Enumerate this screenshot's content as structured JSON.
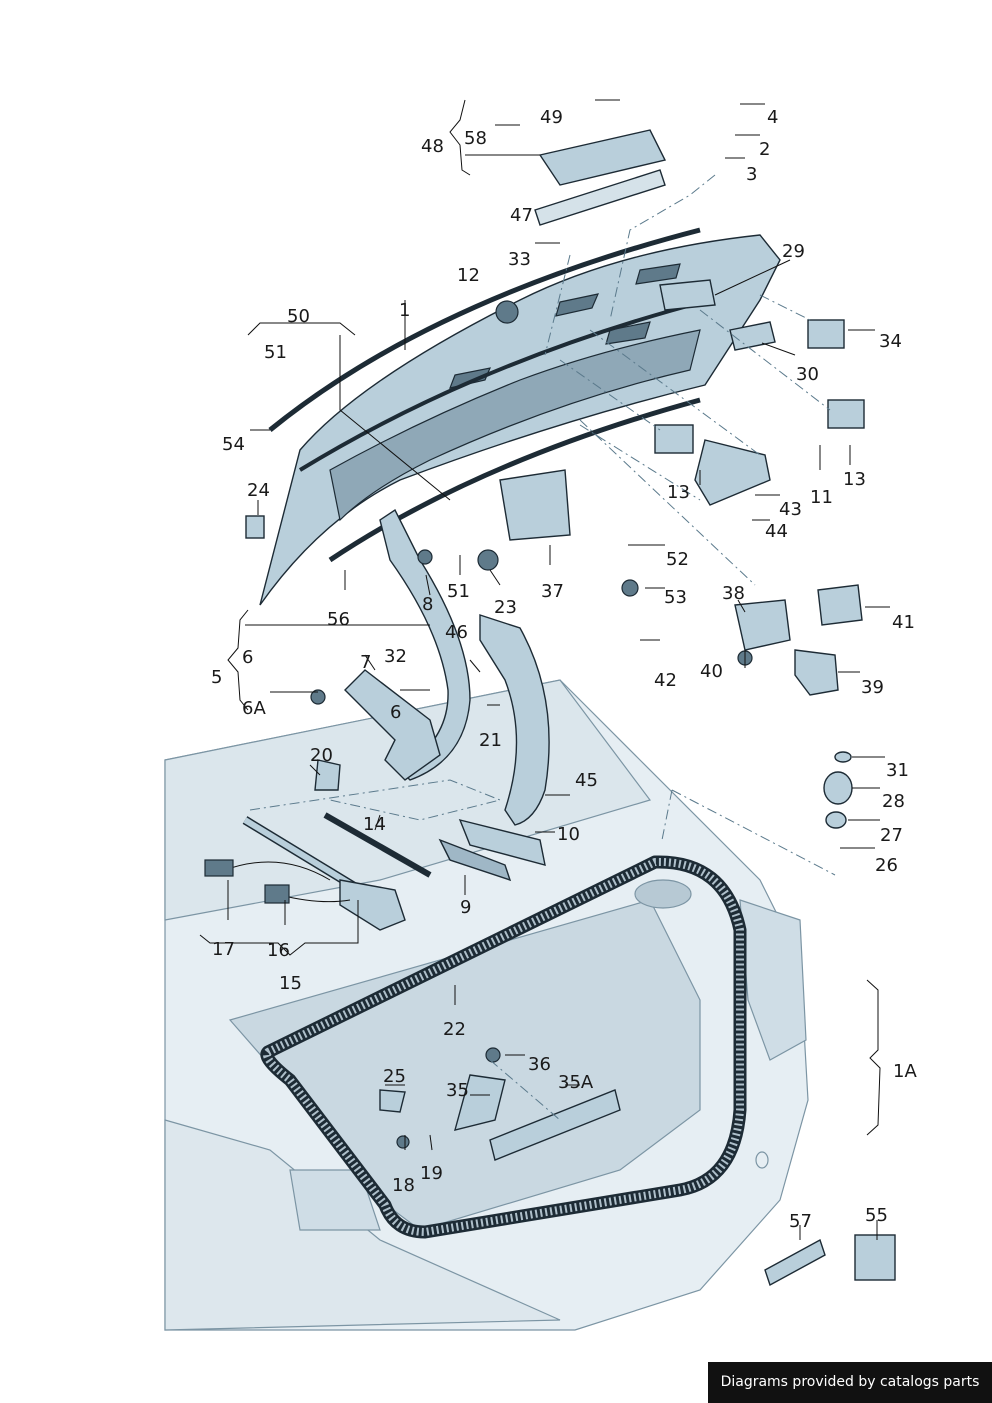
{
  "diagram": {
    "labels": [
      "1",
      "1A",
      "2",
      "3",
      "4",
      "5",
      "6",
      "6",
      "6A",
      "7",
      "8",
      "9",
      "10",
      "11",
      "12",
      "13",
      "13",
      "14",
      "15",
      "16",
      "17",
      "18",
      "19",
      "20",
      "21",
      "22",
      "23",
      "24",
      "25",
      "26",
      "27",
      "28",
      "29",
      "30",
      "31",
      "32",
      "33",
      "34",
      "35",
      "35A",
      "36",
      "37",
      "38",
      "39",
      "40",
      "41",
      "42",
      "43",
      "44",
      "45",
      "46",
      "47",
      "48",
      "49",
      "50",
      "51",
      "51",
      "52",
      "53",
      "54",
      "55",
      "56",
      "57",
      "58"
    ]
  },
  "footer": {
    "text": "Diagrams provided by catalogs parts"
  },
  "colors": {
    "part_fill": "#b9cfdb",
    "part_stroke": "#1d2b35",
    "body_fill": "#e6eef3",
    "seal_stroke": "#1d2b35"
  }
}
